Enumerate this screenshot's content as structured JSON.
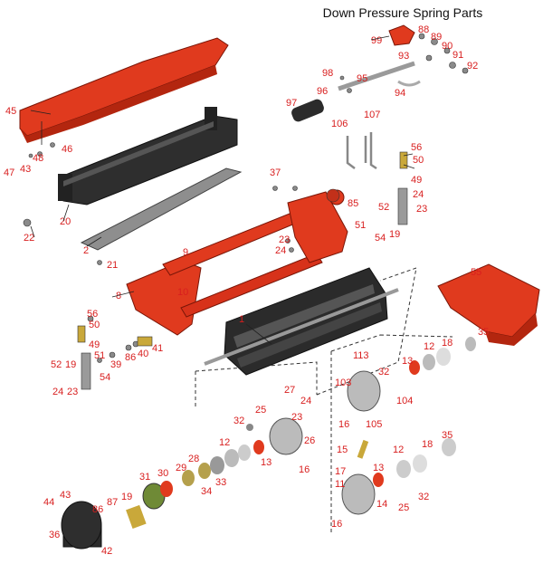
{
  "diagram": {
    "title": "Down Pressure Spring Parts",
    "colors": {
      "callout": "#d81e1e",
      "red_part": "#e03a1e",
      "dark_part": "#2b2b2b",
      "metal": "#b7b7b7"
    },
    "callouts": {
      "c99": "99",
      "c88": "88",
      "c89": "89",
      "c90": "90",
      "c93": "93",
      "c91": "91",
      "c92": "92",
      "c98": "98",
      "c95": "95",
      "c96": "96",
      "c94": "94",
      "c97": "97",
      "c106": "106",
      "c107": "107",
      "c45": "45",
      "c46": "46",
      "c48": "48",
      "c47": "47",
      "c43a": "43",
      "c37": "37",
      "c85": "85",
      "c56a": "56",
      "c50a": "50",
      "c49a": "49",
      "c24a": "24",
      "c23a": "23",
      "c52a": "52",
      "c51a": "51",
      "c54a": "54",
      "c19a": "19",
      "c20": "20",
      "c22": "22",
      "c2": "2",
      "c21": "21",
      "c9": "9",
      "c23b": "23",
      "c24b": "24",
      "c55": "55",
      "c8": "8",
      "c10": "10",
      "c1": "1",
      "c56b": "56",
      "c50b": "50",
      "c49b": "49",
      "c51b": "51",
      "c52b": "52",
      "c19b": "19",
      "c24c": "24",
      "c23c": "23",
      "c54b": "54",
      "c39": "39",
      "c86a": "86",
      "c40": "40",
      "c41": "41",
      "c35a": "35",
      "c12a": "12",
      "c18a": "18",
      "c13a": "13",
      "c113": "113",
      "c32a": "32",
      "c103": "103",
      "c104": "104",
      "c16a": "16",
      "c105": "105",
      "c27": "27",
      "c24d": "24",
      "c25a": "25",
      "c23d": "23",
      "c32b": "32",
      "c12b": "12",
      "c26": "26",
      "c28": "28",
      "c13b": "13",
      "c16b": "16",
      "c29": "29",
      "c30": "30",
      "c31": "31",
      "c33": "33",
      "c34": "34",
      "c19c": "19",
      "c87": "87",
      "c86b": "86",
      "c43b": "43",
      "c44": "44",
      "c36": "36",
      "c42": "42",
      "c15": "15",
      "c17": "17",
      "c13c": "13",
      "c11": "11",
      "c14": "14",
      "c16c": "16",
      "c12c": "12",
      "c18b": "18",
      "c35b": "35",
      "c25b": "25",
      "c32c": "32"
    }
  }
}
